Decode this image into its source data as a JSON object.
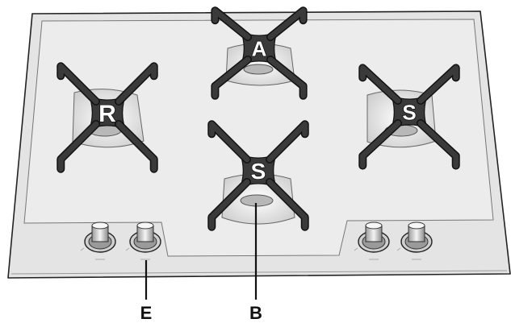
{
  "burners": [
    {
      "id": "rapid",
      "letter": "R"
    },
    {
      "id": "auxiliary",
      "letter": "A"
    },
    {
      "id": "semi-rapid-right",
      "letter": "S"
    },
    {
      "id": "semi-rapid-front",
      "letter": "S"
    }
  ],
  "callouts": {
    "knob": "E",
    "burner": "B"
  },
  "colors": {
    "hob_surface": "#e9e9e9",
    "pan_support": "#3a3a3a",
    "outline": "#222222"
  }
}
